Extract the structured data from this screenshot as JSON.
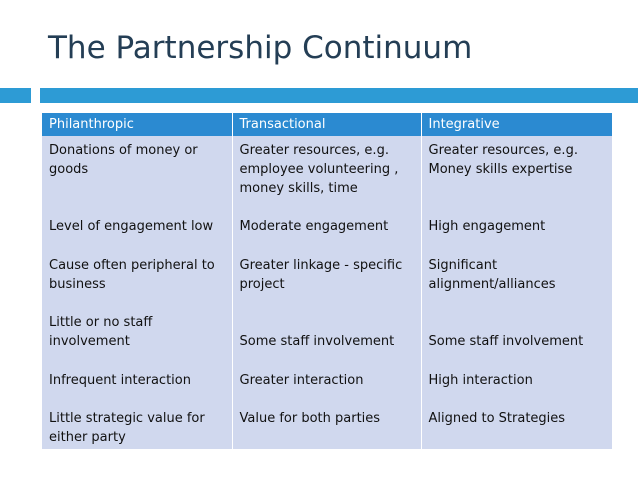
{
  "slide": {
    "title": "The Partnership Continuum"
  },
  "table": {
    "headers": [
      "Philanthropic",
      "Transactional",
      "Integrative"
    ],
    "columns": [
      {
        "items": [
          "Donations of money or goods",
          "Level of engagement low",
          "Cause often peripheral to business",
          "Little or no staff involvement",
          "Infrequent interaction",
          "Little strategic value for either party"
        ]
      },
      {
        "items": [
          "Greater resources, e.g. employee volunteering , money skills, time",
          "Moderate engagement",
          "Greater linkage - specific project",
          "Some staff involvement",
          "Greater interaction",
          "Value for both parties"
        ]
      },
      {
        "items": [
          "Greater resources, e.g. Money skills expertise",
          "High engagement",
          "Significant alignment/alliances",
          "Some staff involvement",
          "High interaction",
          "Aligned to Strategies"
        ]
      }
    ]
  },
  "colors": {
    "title": "#243e55",
    "accent_bar": "#2d9bd5",
    "header_bg": "#2b8ad1",
    "cell_bg": "#d0d8ee"
  }
}
